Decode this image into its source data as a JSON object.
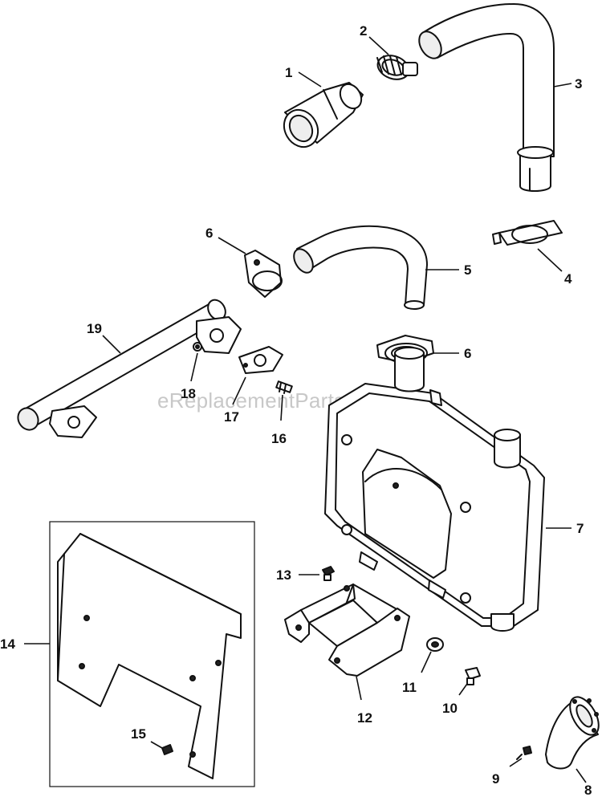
{
  "watermark": "eReplacementParts.com",
  "callouts": [
    {
      "id": "1",
      "label": "1"
    },
    {
      "id": "2",
      "label": "2"
    },
    {
      "id": "3",
      "label": "3"
    },
    {
      "id": "4",
      "label": "4"
    },
    {
      "id": "5",
      "label": "5"
    },
    {
      "id": "6a",
      "label": "6"
    },
    {
      "id": "6b",
      "label": "6"
    },
    {
      "id": "7",
      "label": "7"
    },
    {
      "id": "8",
      "label": "8"
    },
    {
      "id": "9",
      "label": "9"
    },
    {
      "id": "10",
      "label": "10"
    },
    {
      "id": "11",
      "label": "11"
    },
    {
      "id": "12",
      "label": "12"
    },
    {
      "id": "13",
      "label": "13"
    },
    {
      "id": "14",
      "label": "14"
    },
    {
      "id": "15",
      "label": "15"
    },
    {
      "id": "16",
      "label": "16"
    },
    {
      "id": "17",
      "label": "17"
    },
    {
      "id": "18",
      "label": "18"
    },
    {
      "id": "19",
      "label": "19"
    }
  ]
}
